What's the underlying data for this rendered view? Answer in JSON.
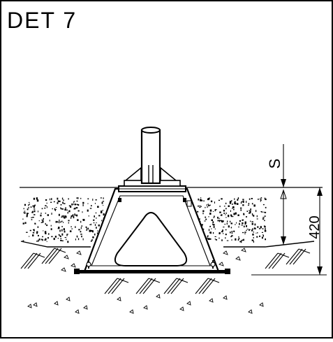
{
  "detail": {
    "title": "DET 7"
  },
  "dimensions": {
    "s_label": "S",
    "depth_label": "420"
  }
}
